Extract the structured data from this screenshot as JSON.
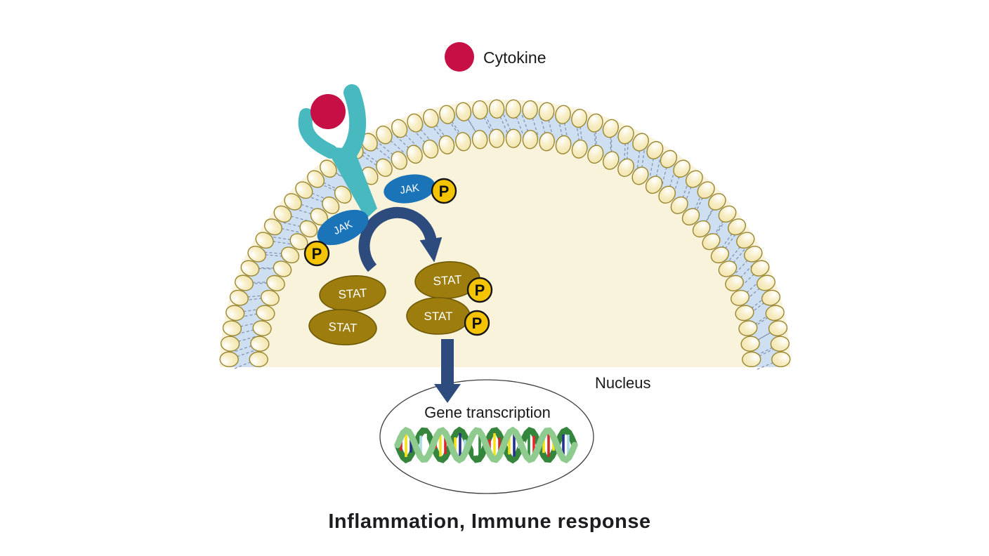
{
  "legend": {
    "label": "Cytokine"
  },
  "proteins": {
    "jak_label": "JAK",
    "stat_label": "STAT",
    "phosphate_label": "P"
  },
  "nucleus": {
    "label": "Nucleus",
    "gene_transcription_label": "Gene transcription"
  },
  "title": "Inflammation, Immune response",
  "colors": {
    "cytokine": "#C60F45",
    "receptor": "#47B9BF",
    "jak": "#1B74B8",
    "jak_text": "#FFFFFF",
    "stat": "#9C7D0D",
    "stat_border": "#6F5A08",
    "stat_text": "#FFFFFF",
    "phosphate": "#F4C402",
    "phosphate_border": "#15151A",
    "arrow": "#2E4B7E",
    "membrane_interior": "#FAF3DB",
    "membrane_band": "#CFDFF2",
    "lipid_head_fill": "#F8EEC6",
    "lipid_head_border": "#9A8731",
    "lipid_tail": "#8594AE",
    "nucleus_outline": "#3F3F3F",
    "label_text": "#1A1A1A",
    "dna_ribbon_front": "#8FCB8F",
    "dna_ribbon_back": "#35853C",
    "dna_bases": [
      "#D62828",
      "#F5E21B",
      "#24308F",
      "#A8DCE8",
      "#FFFFFF",
      "#2E8B3A",
      "#E8262D",
      "#F5E21B"
    ]
  }
}
